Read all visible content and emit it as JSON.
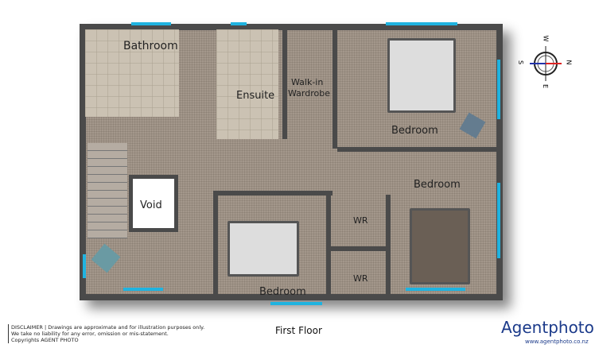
{
  "rooms": {
    "bathroom": "Bathroom",
    "ensuite": "Ensuite",
    "wardrobe_1": "Walk-in",
    "wardrobe_2": "Wardrobe",
    "bedroom_1": "Bedroom",
    "bedroom_2": "Bedroom",
    "bedroom_3": "Bedroom",
    "void": "Void",
    "wr_1": "WR",
    "wr_2": "WR"
  },
  "floor_label": "First Floor",
  "compass": {
    "top": "W",
    "bottom": "E",
    "left": "S",
    "right": "N"
  },
  "disclaimer": [
    "DISCLAIMER | Drawings are approximate and for illustration purposes only.",
    "We take no liability for any error, omission or mis-statement.",
    "Copyrights AGENT PHOTO"
  ],
  "brand": {
    "name": "Agentphoto",
    "url": "www.agentphoto.co.nz"
  },
  "colors": {
    "window": "#1fb3e0",
    "wall": "#4a4a4a",
    "carpet": "#a3978b"
  }
}
